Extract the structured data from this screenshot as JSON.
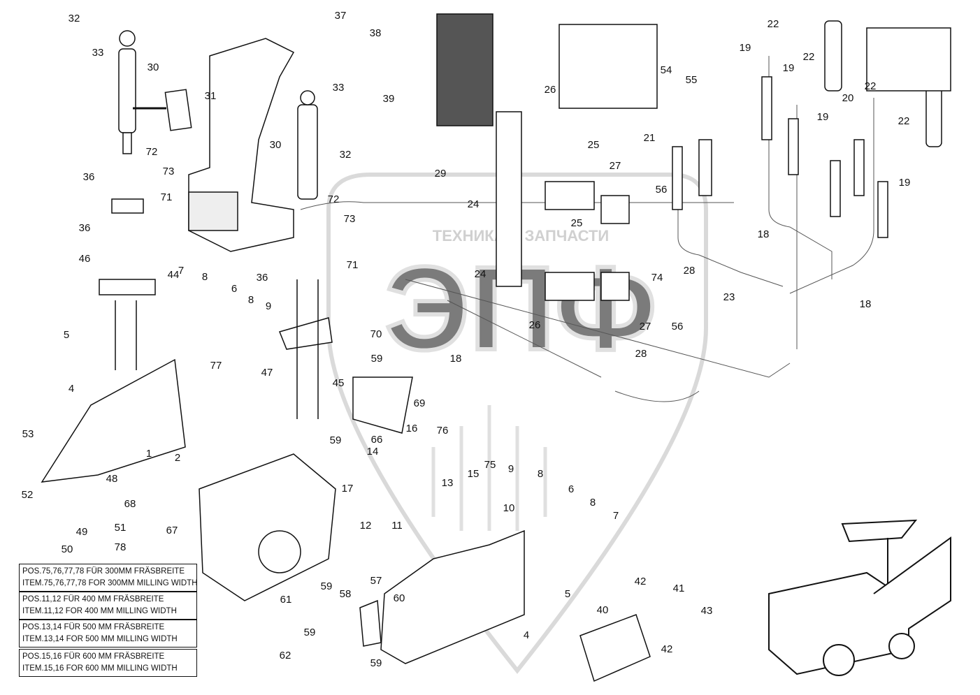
{
  "watermark": {
    "text": "ТЕХНИКА И ЗАПЧАСТИ",
    "logo": "ЭПФ"
  },
  "labels": [
    {
      "id": "32a",
      "t": "32"
    },
    {
      "id": "33a",
      "t": "33"
    },
    {
      "id": "30a",
      "t": "30"
    },
    {
      "id": "31",
      "t": "31"
    },
    {
      "id": "37",
      "t": "37"
    },
    {
      "id": "38",
      "t": "38"
    },
    {
      "id": "39",
      "t": "39"
    },
    {
      "id": "33b",
      "t": "33"
    },
    {
      "id": "32b",
      "t": "32"
    },
    {
      "id": "30b",
      "t": "30"
    },
    {
      "id": "72a",
      "t": "72"
    },
    {
      "id": "73a",
      "t": "73"
    },
    {
      "id": "36a",
      "t": "36"
    },
    {
      "id": "71a",
      "t": "71"
    },
    {
      "id": "36b",
      "t": "36"
    },
    {
      "id": "46",
      "t": "46"
    },
    {
      "id": "44",
      "t": "44"
    },
    {
      "id": "72b",
      "t": "72"
    },
    {
      "id": "73b",
      "t": "73"
    },
    {
      "id": "36c",
      "t": "36"
    },
    {
      "id": "71b",
      "t": "71"
    },
    {
      "id": "7a",
      "t": "7"
    },
    {
      "id": "8a",
      "t": "8"
    },
    {
      "id": "6a",
      "t": "6"
    },
    {
      "id": "8b",
      "t": "8"
    },
    {
      "id": "9a",
      "t": "9"
    },
    {
      "id": "5a",
      "t": "5"
    },
    {
      "id": "4a",
      "t": "4"
    },
    {
      "id": "77",
      "t": "77"
    },
    {
      "id": "47",
      "t": "47"
    },
    {
      "id": "45",
      "t": "45"
    },
    {
      "id": "70",
      "t": "70"
    },
    {
      "id": "59a",
      "t": "59"
    },
    {
      "id": "69",
      "t": "69"
    },
    {
      "id": "18a",
      "t": "18"
    },
    {
      "id": "53",
      "t": "53"
    },
    {
      "id": "52",
      "t": "52"
    },
    {
      "id": "1",
      "t": "1"
    },
    {
      "id": "2",
      "t": "2"
    },
    {
      "id": "48",
      "t": "48"
    },
    {
      "id": "68",
      "t": "68"
    },
    {
      "id": "51",
      "t": "51"
    },
    {
      "id": "49",
      "t": "49"
    },
    {
      "id": "50",
      "t": "50"
    },
    {
      "id": "78",
      "t": "78"
    },
    {
      "id": "67",
      "t": "67"
    },
    {
      "id": "59b",
      "t": "59"
    },
    {
      "id": "66",
      "t": "66"
    },
    {
      "id": "16",
      "t": "16"
    },
    {
      "id": "76",
      "t": "76"
    },
    {
      "id": "14",
      "t": "14"
    },
    {
      "id": "17",
      "t": "17"
    },
    {
      "id": "13",
      "t": "13"
    },
    {
      "id": "15",
      "t": "15"
    },
    {
      "id": "75",
      "t": "75"
    },
    {
      "id": "9b",
      "t": "9"
    },
    {
      "id": "8c",
      "t": "8"
    },
    {
      "id": "12",
      "t": "12"
    },
    {
      "id": "11",
      "t": "11"
    },
    {
      "id": "10",
      "t": "10"
    },
    {
      "id": "6b",
      "t": "6"
    },
    {
      "id": "8d",
      "t": "8"
    },
    {
      "id": "7b",
      "t": "7"
    },
    {
      "id": "5b",
      "t": "5"
    },
    {
      "id": "4b",
      "t": "4"
    },
    {
      "id": "57",
      "t": "57"
    },
    {
      "id": "58",
      "t": "58"
    },
    {
      "id": "59c",
      "t": "59"
    },
    {
      "id": "61",
      "t": "61"
    },
    {
      "id": "60",
      "t": "60"
    },
    {
      "id": "59d",
      "t": "59"
    },
    {
      "id": "59e",
      "t": "59"
    },
    {
      "id": "62",
      "t": "62"
    },
    {
      "id": "40",
      "t": "40"
    },
    {
      "id": "42a",
      "t": "42"
    },
    {
      "id": "41",
      "t": "41"
    },
    {
      "id": "43",
      "t": "43"
    },
    {
      "id": "42b",
      "t": "42"
    },
    {
      "id": "26a",
      "t": "26"
    },
    {
      "id": "25a",
      "t": "25"
    },
    {
      "id": "29",
      "t": "29"
    },
    {
      "id": "24a",
      "t": "24"
    },
    {
      "id": "27a",
      "t": "27"
    },
    {
      "id": "25b",
      "t": "25"
    },
    {
      "id": "24b",
      "t": "24"
    },
    {
      "id": "56a",
      "t": "56"
    },
    {
      "id": "28a",
      "t": "28"
    },
    {
      "id": "74",
      "t": "74"
    },
    {
      "id": "26b",
      "t": "26"
    },
    {
      "id": "27b",
      "t": "27"
    },
    {
      "id": "56b",
      "t": "56"
    },
    {
      "id": "28b",
      "t": "28"
    },
    {
      "id": "54",
      "t": "54"
    },
    {
      "id": "55",
      "t": "55"
    },
    {
      "id": "21",
      "t": "21"
    },
    {
      "id": "18b",
      "t": "18"
    },
    {
      "id": "23",
      "t": "23"
    },
    {
      "id": "18c",
      "t": "18"
    },
    {
      "id": "22a",
      "t": "22"
    },
    {
      "id": "19a",
      "t": "19"
    },
    {
      "id": "22b",
      "t": "22"
    },
    {
      "id": "19b",
      "t": "19"
    },
    {
      "id": "22c",
      "t": "22"
    },
    {
      "id": "20",
      "t": "20"
    },
    {
      "id": "19c",
      "t": "19"
    },
    {
      "id": "22d",
      "t": "22"
    },
    {
      "id": "19d",
      "t": "19"
    }
  ],
  "notes": [
    {
      "de": "POS.75,76,77,78 FÜR 300MM FRÄSBREITE",
      "en": "ITEM.75,76,77,78 FOR 300MM MILLING WIDTH"
    },
    {
      "de": "POS.11,12 FÜR 400 MM FRÄSBREITE",
      "en": "ITEM.11,12 FOR 400 MM MILLING WIDTH"
    },
    {
      "de": "POS.13,14 FÜR 500 MM FRÄSBREITE",
      "en": "ITEM.13,14 FOR 500 MM MILLING WIDTH"
    },
    {
      "de": "POS.15,16 FÜR 600 MM FRÄSBREITE",
      "en": "ITEM.15,16 FOR 600 MM MILLING WIDTH"
    }
  ]
}
